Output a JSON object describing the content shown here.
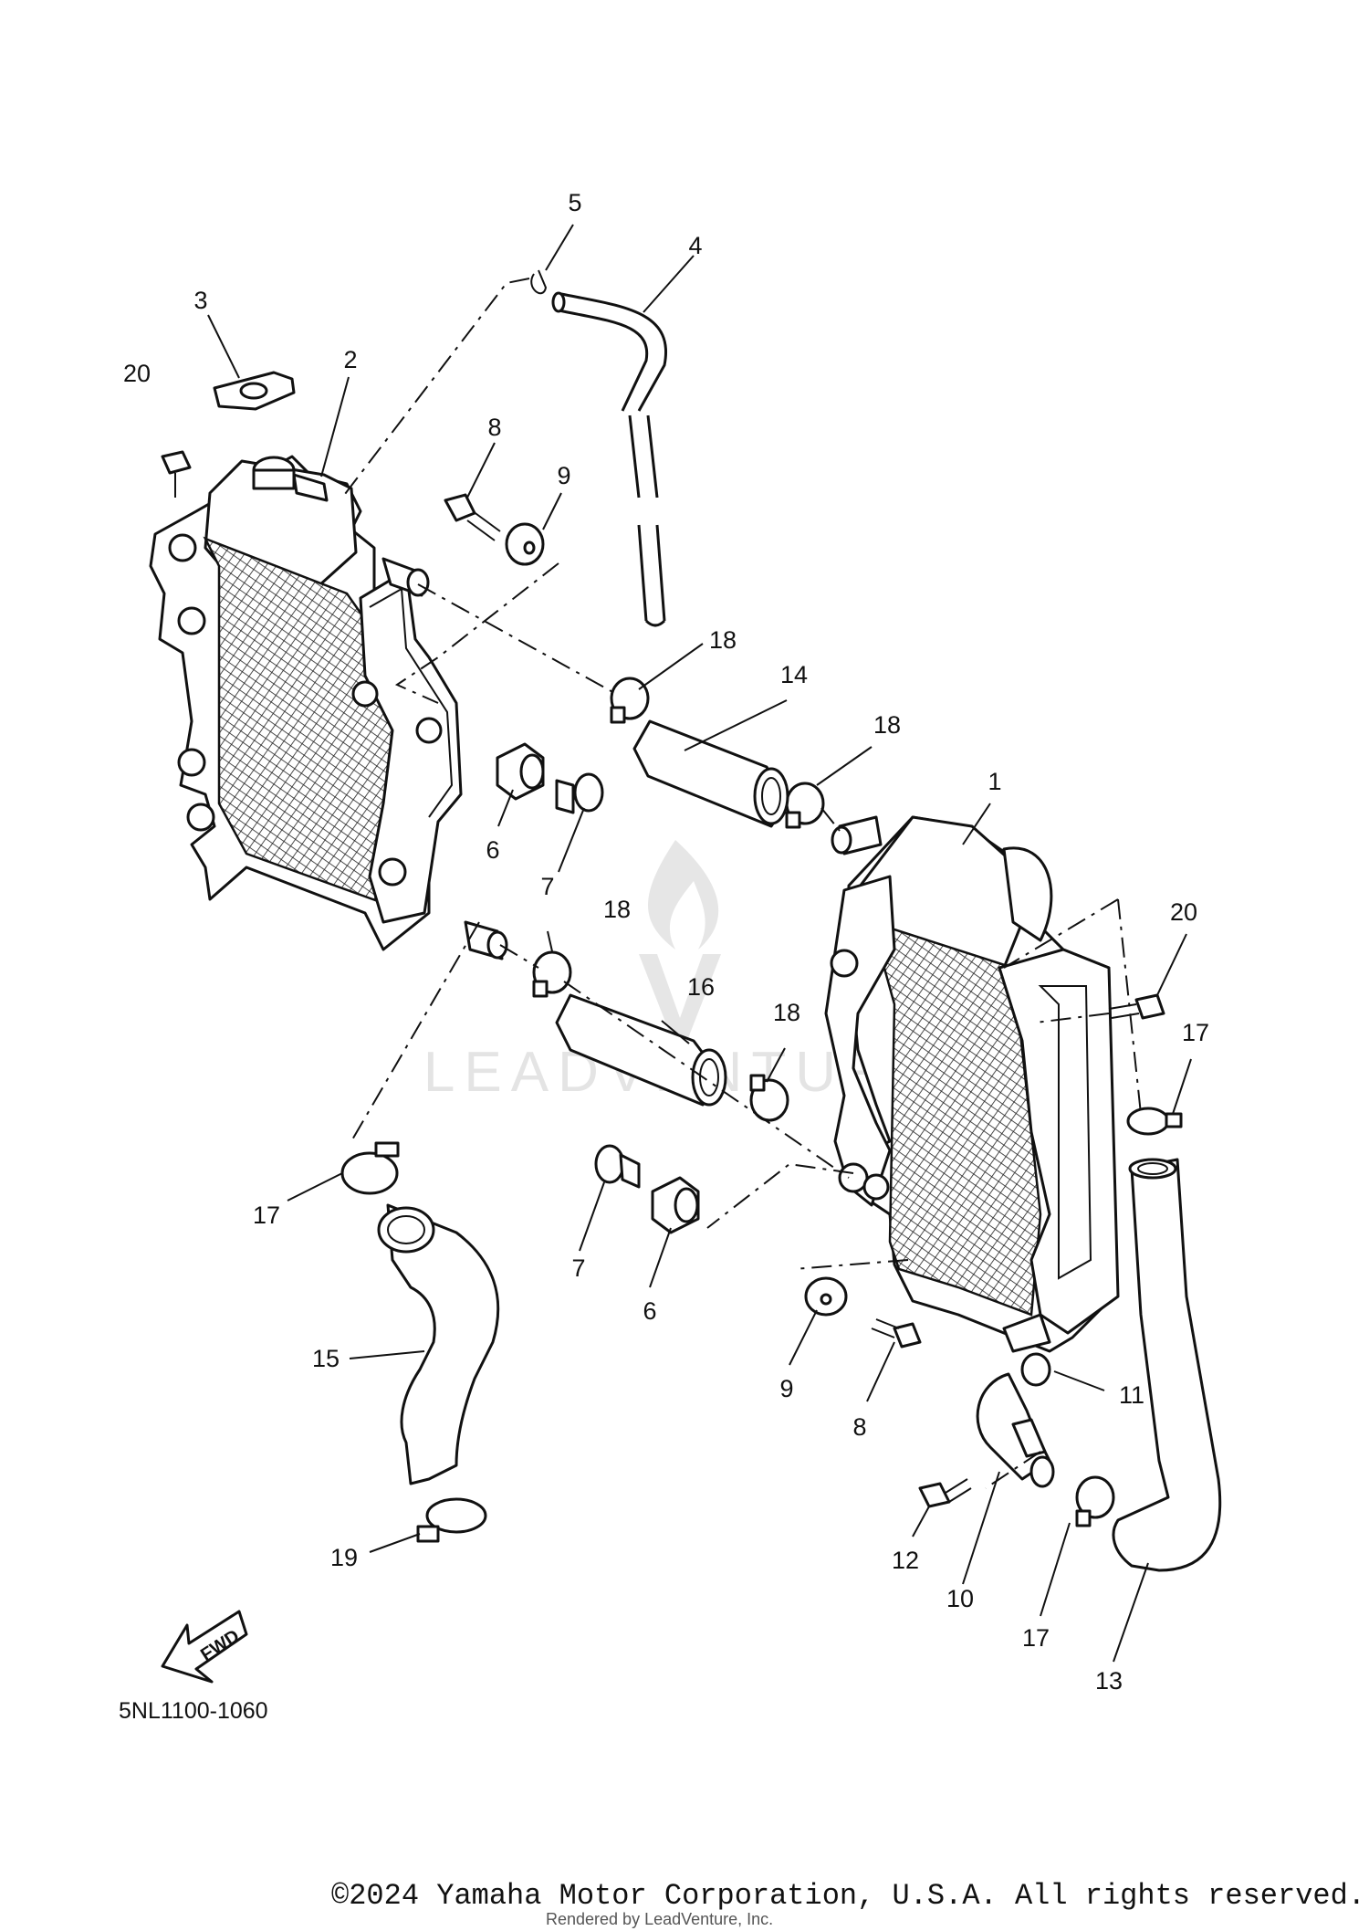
{
  "diagram_code": "5NL1100-1060",
  "fwd_label": "FWD",
  "watermark": {
    "text": "LEADVENTURE",
    "icon": "flame-v-logo-icon"
  },
  "footer": {
    "copyright": "©2024 Yamaha Motor Corporation, U.S.A. All rights reserved.",
    "rendered_by": "Rendered by LeadVenture, Inc."
  },
  "callouts": {
    "c1": "1",
    "c2": "2",
    "c3": "3",
    "c4": "4",
    "c5": "5",
    "c6a": "6",
    "c6b": "6",
    "c7a": "7",
    "c7b": "7",
    "c8a": "8",
    "c8b": "8",
    "c9a": "9",
    "c9b": "9",
    "c10": "10",
    "c11": "11",
    "c12": "12",
    "c13": "13",
    "c14": "14",
    "c15": "15",
    "c16": "16",
    "c17a": "17",
    "c17b": "17",
    "c17c": "17",
    "c18a": "18",
    "c18b": "18",
    "c18c": "18",
    "c18d": "18",
    "c19": "19",
    "c20a": "20",
    "c20b": "20"
  }
}
